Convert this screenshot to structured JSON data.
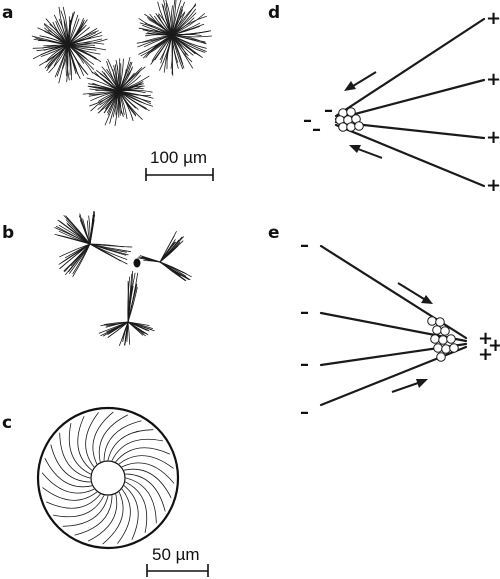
{
  "panels": {
    "a": {
      "label": "a",
      "scale_label": "100 µm"
    },
    "b": {
      "label": "b"
    },
    "c": {
      "label": "c",
      "scale_label": "50 µm"
    },
    "d": {
      "label": "d",
      "left_sign": "–",
      "right_sign": "+"
    },
    "e": {
      "label": "e",
      "left_sign": "–",
      "right_sign": "+"
    }
  },
  "colors": {
    "ink": "#1a1a1a",
    "background": "#ffffff"
  }
}
